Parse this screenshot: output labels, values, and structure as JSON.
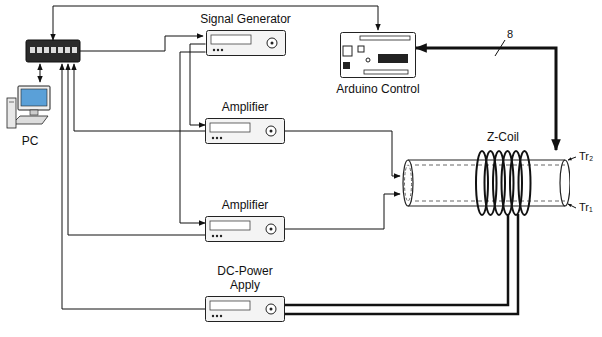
{
  "diagram": {
    "nodes": [
      {
        "text": [
          "Signal Generator"
        ]
      },
      {
        "text": [
          "Arduino Control"
        ]
      },
      {
        "text": [
          "PC"
        ]
      },
      {
        "text": [
          "Amplifier"
        ]
      },
      {
        "text": [
          "Amplifier"
        ]
      },
      {
        "text": [
          "Z-Coil"
        ]
      },
      {
        "text": [
          "DC-Power Apply"
        ]
      }
    ],
    "edges": [
      {
        "from": 0,
        "to": 3,
        "arrow": "to"
      },
      {
        "from": 0,
        "to": 4,
        "arrow": "to"
      },
      {
        "from": 3,
        "to": 5,
        "arrow": "to"
      },
      {
        "from": 4,
        "to": 5,
        "arrow": "to"
      },
      {
        "from": 1,
        "to": 5,
        "arrow": "both"
      },
      {
        "from": 6,
        "to": 5,
        "arrow": "none"
      }
    ],
    "labels": [
      "8",
      "Tr₂",
      "Tr₁"
    ]
  }
}
